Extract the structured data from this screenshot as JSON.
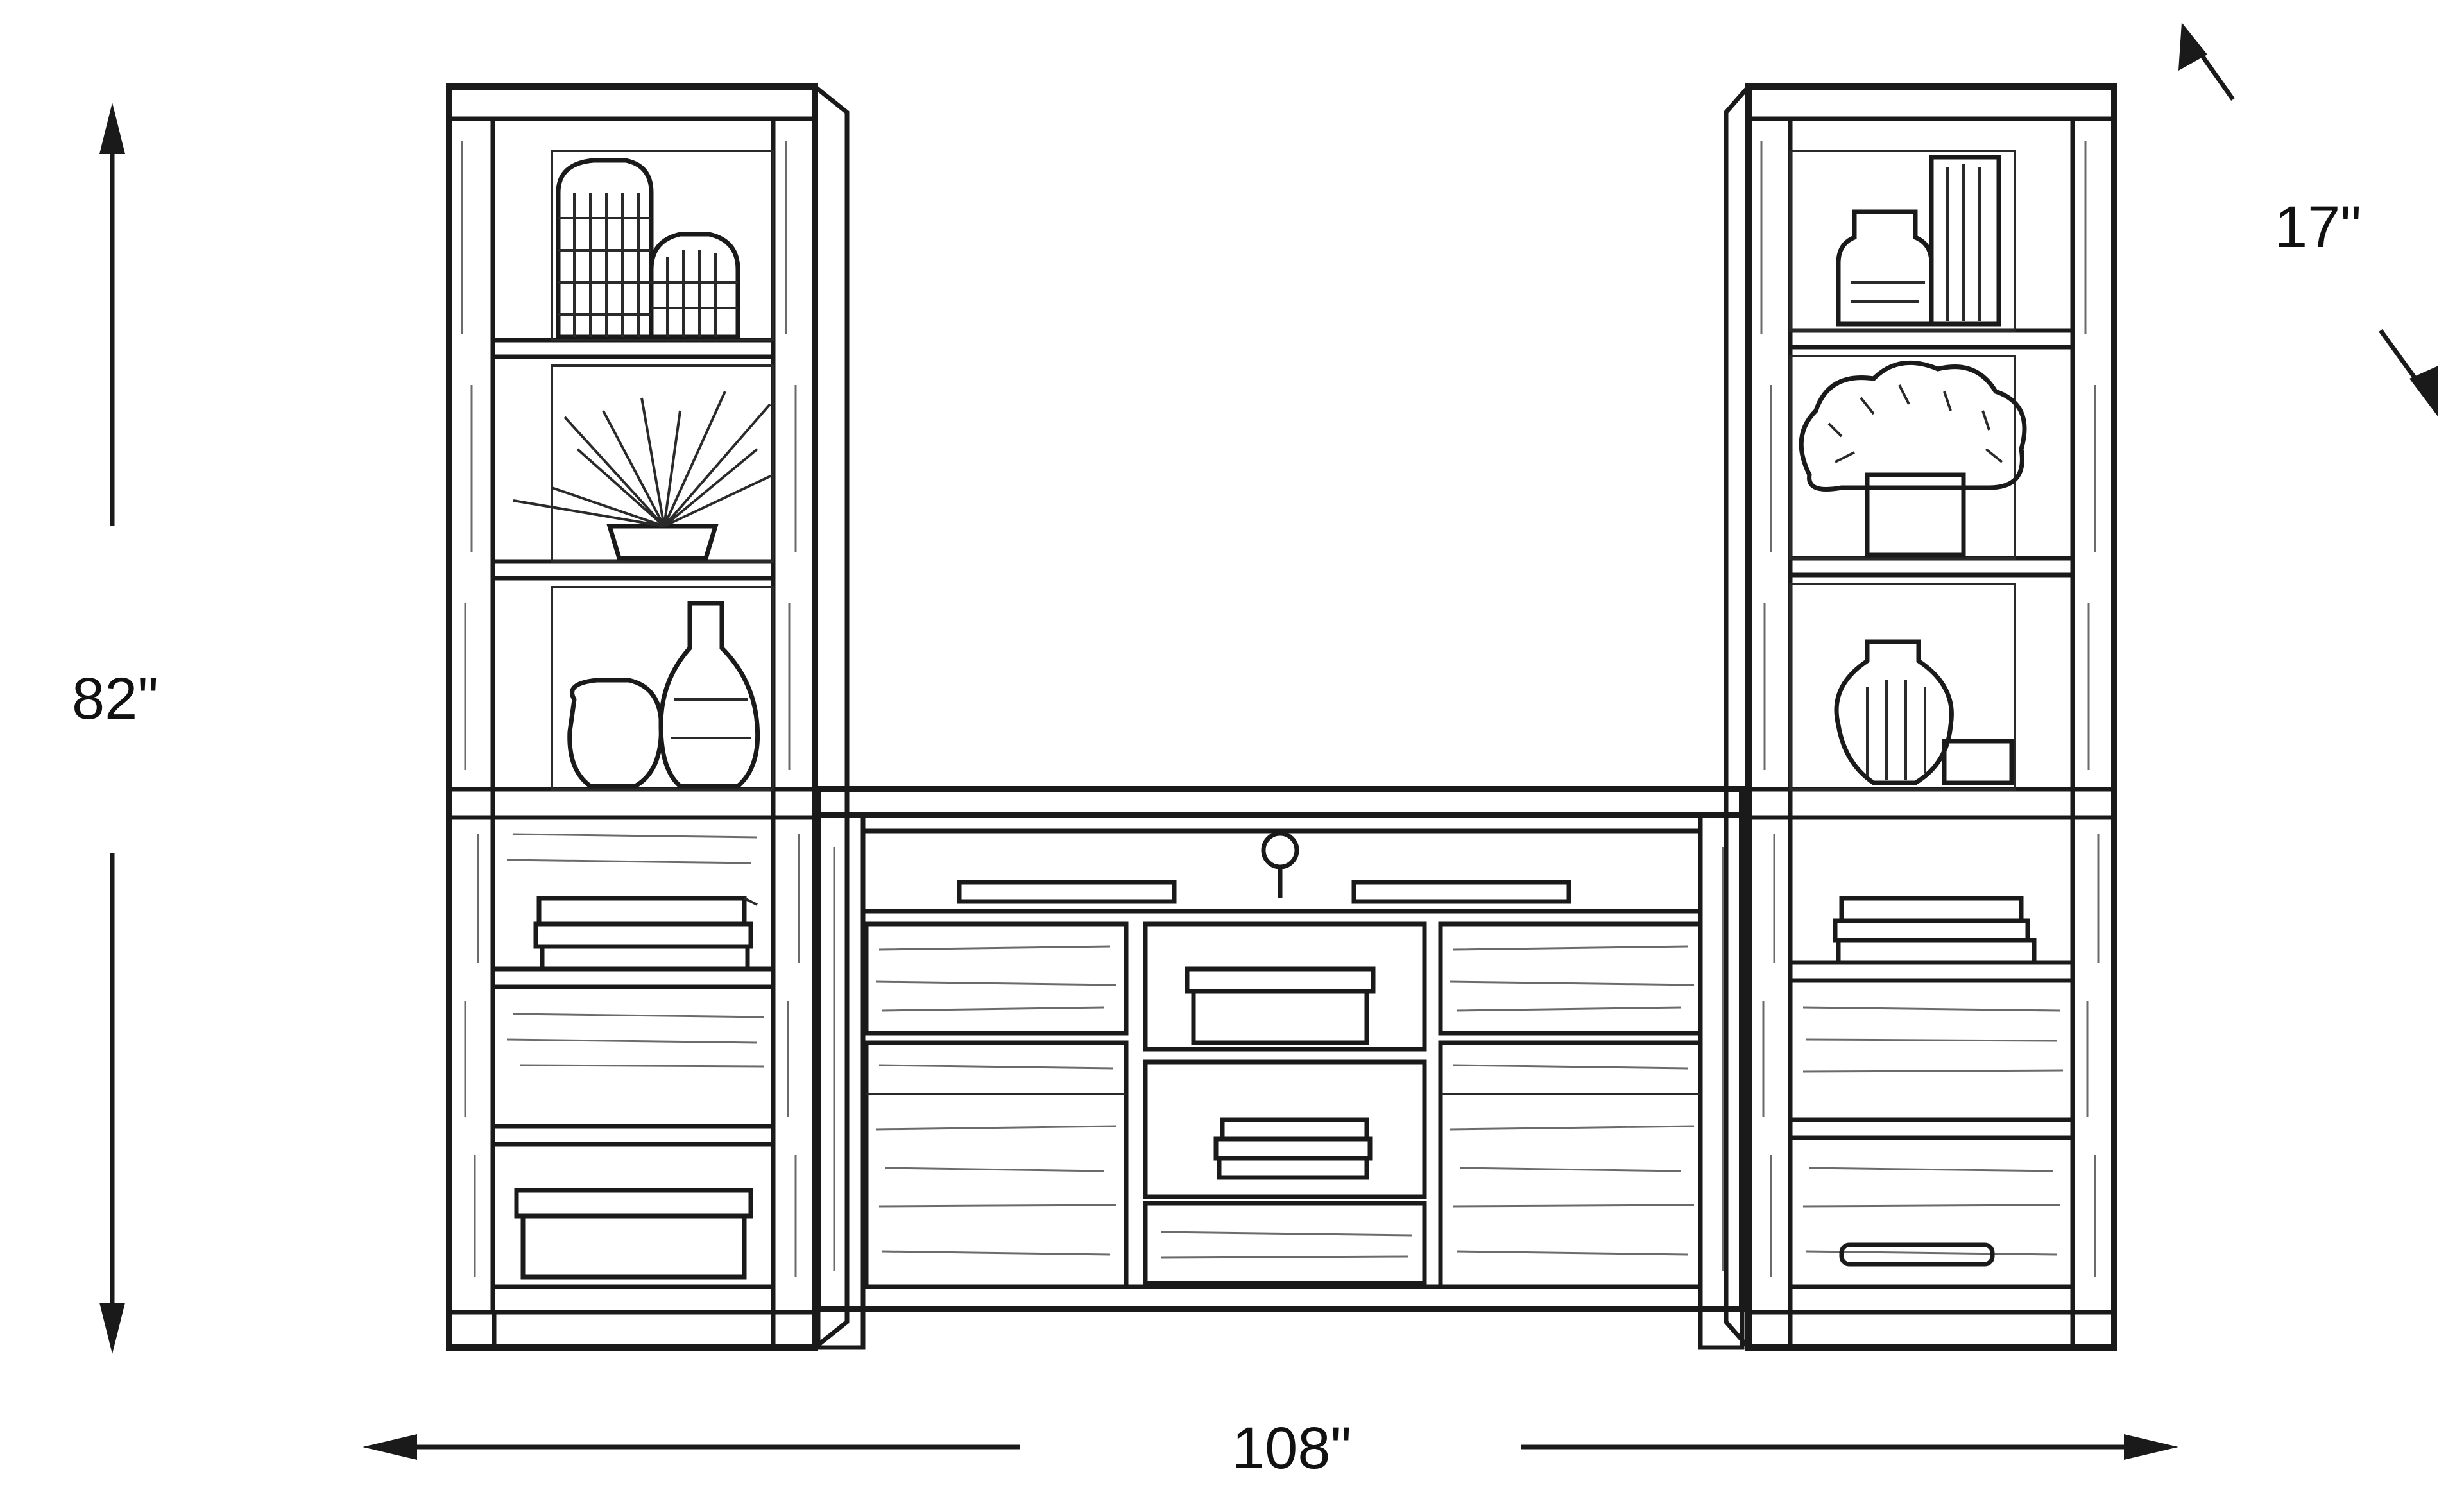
{
  "dimensions": {
    "height_label": "82\"",
    "width_label": "108\"",
    "depth_label": "17\""
  },
  "colors": {
    "ink": "#1a1a1a",
    "background": "#ffffff"
  }
}
